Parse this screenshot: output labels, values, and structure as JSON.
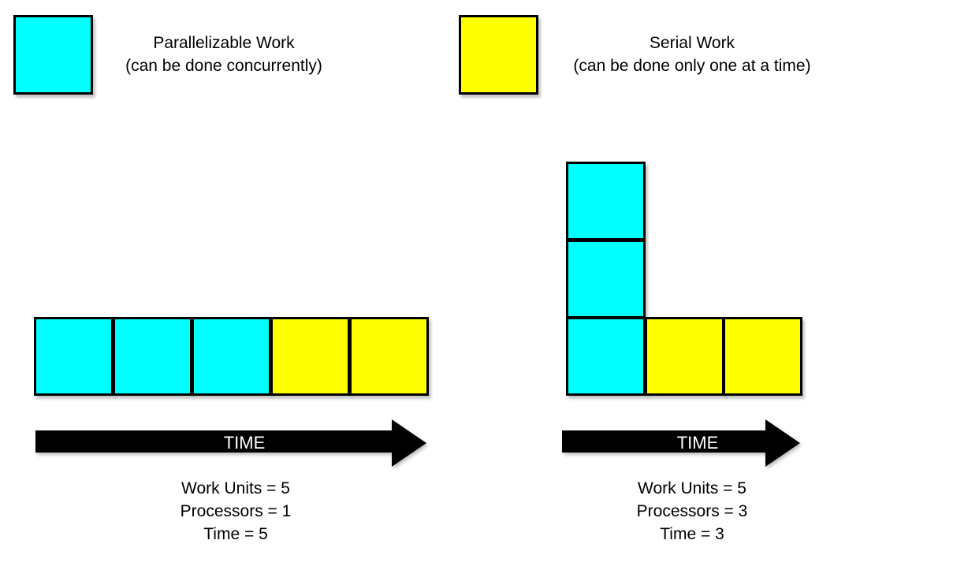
{
  "colors": {
    "parallel": "#00ffff",
    "serial": "#ffff00",
    "arrow": "#000000",
    "arrow_text": "#ffffff",
    "cell_border": "#000000",
    "background": "#ffffff"
  },
  "legend": {
    "items": [
      {
        "type": "parallel",
        "title": "Parallelizable Work",
        "subtitle": "(can be done concurrently)"
      },
      {
        "type": "serial",
        "title": "Serial Work",
        "subtitle": "(can be done only one at a time)"
      }
    ]
  },
  "diagrams": [
    {
      "arrow_label": "TIME",
      "cells": [
        {
          "type": "parallel"
        },
        {
          "type": "parallel"
        },
        {
          "type": "parallel"
        },
        {
          "type": "serial"
        },
        {
          "type": "serial"
        }
      ],
      "stats": [
        "Work Units = 5",
        "Processors = 1",
        "Time = 5"
      ]
    },
    {
      "arrow_label": "TIME",
      "cells": [
        {
          "type": "parallel"
        },
        {
          "type": "parallel"
        },
        {
          "type": "parallel"
        },
        {
          "type": "serial"
        },
        {
          "type": "serial"
        }
      ],
      "stats": [
        "Work Units = 5",
        "Processors = 3",
        "Time = 3"
      ]
    }
  ]
}
